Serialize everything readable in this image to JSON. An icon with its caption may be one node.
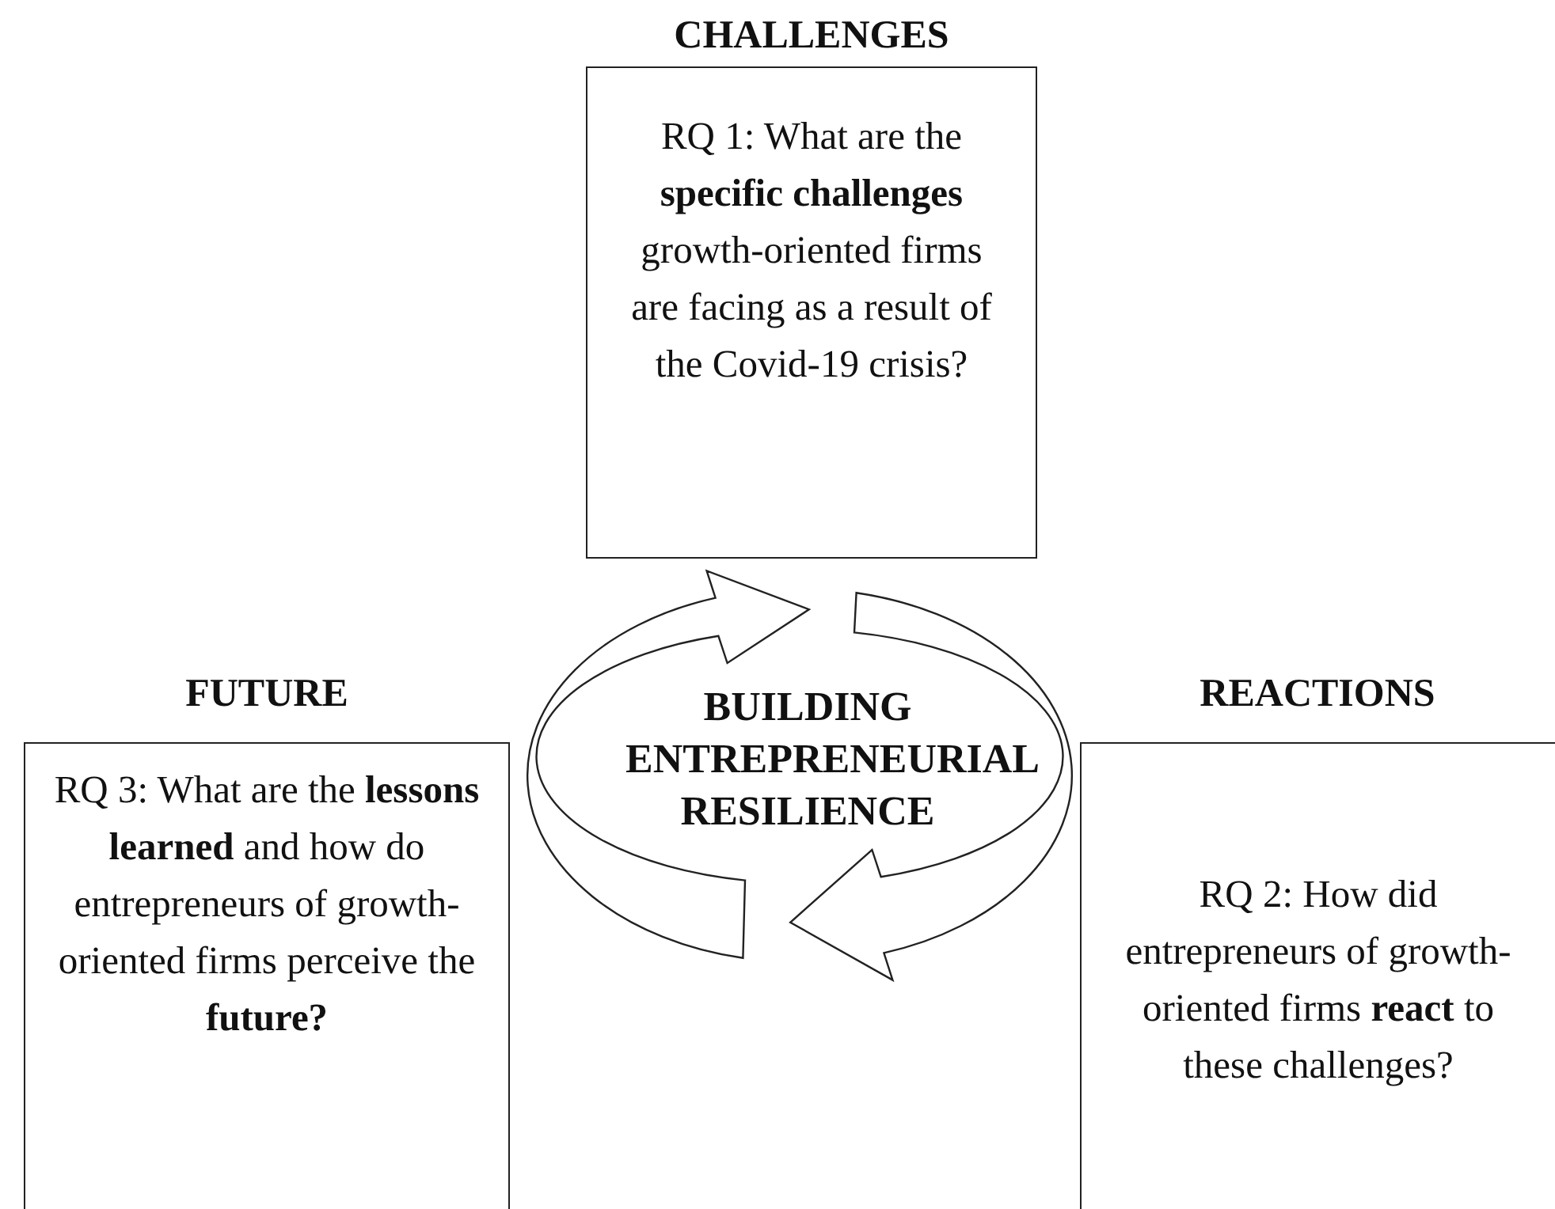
{
  "diagram": {
    "nodes": [
      {
        "text": [
          "CHALLENGES",
          "RQ 1: What are the **specific challenges** growth-oriented firms are facing as a result of the Covid-19 crisis?"
        ]
      },
      {
        "text": [
          "BUILDING ENTREPRENEURIAL RESILIENCE"
        ]
      },
      {
        "text": [
          "FUTURE",
          "RQ 3: What are the **lessons learned** and how do entrepreneurs of growth-oriented firms perceive the **future?**"
        ]
      },
      {
        "text": [
          "REACTIONS",
          "RQ 2: How did entrepreneurs of growth-oriented firms **react** to these challenges?"
        ]
      }
    ],
    "edges": []
  }
}
